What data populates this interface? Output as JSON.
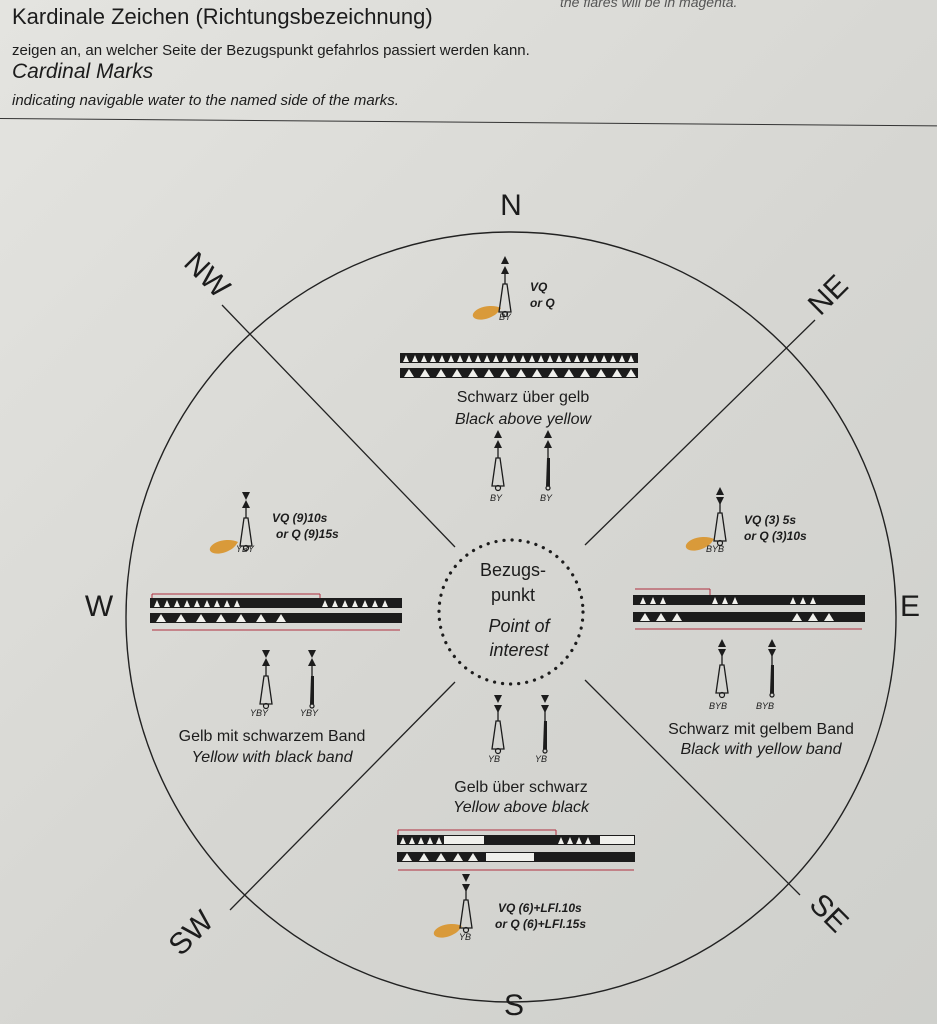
{
  "header": {
    "top_cut_text": "the flares will be in magenta.",
    "title_de": "Kardinale Zeichen (Richtungsbezeichnung)",
    "subtitle_de": "zeigen an, an welcher Seite der Bezugspunkt gefahrlos passiert werden kann.",
    "title_en": "Cardinal Marks",
    "subtitle_en": "indicating navigable water to the named side of the marks."
  },
  "directions": {
    "n": "N",
    "ne": "NE",
    "e": "E",
    "se": "SE",
    "s": "S",
    "sw": "SW",
    "w": "W",
    "nw": "NW"
  },
  "center": {
    "line1": "Bezugs-",
    "line2": "punkt",
    "line3": "Point of",
    "line4": "interest"
  },
  "marks": {
    "north": {
      "color_de": "Schwarz über gelb",
      "color_en": "Black above yellow",
      "light_line1": "VQ",
      "light_line2": "or Q",
      "code": "BY"
    },
    "east": {
      "color_de": "Schwarz mit gelbem Band",
      "color_en": "Black with yellow band",
      "light_line1": "VQ (3) 5s",
      "light_line2": "or Q (3)10s",
      "code": "BYB"
    },
    "south": {
      "color_de": "Gelb über schwarz",
      "color_en": "Yellow above black",
      "light_line1": "VQ (6)+LFl.10s",
      "light_line2": "or Q (6)+LFl.15s",
      "code": "YB"
    },
    "west": {
      "color_de": "Gelb mit schwarzem Band",
      "color_en": "Yellow with black band",
      "light_line1": "VQ (9)10s",
      "light_line2": "or Q (9)15s",
      "code": "YBY"
    }
  },
  "colors": {
    "flare": "#d99a3a",
    "rule_line": "#b03040",
    "ink": "#1c1c1c",
    "paper": "#dcdcd8"
  }
}
